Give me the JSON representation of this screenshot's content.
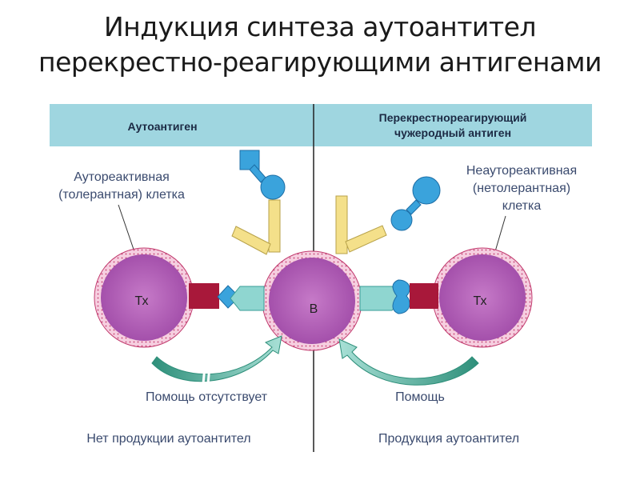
{
  "title": {
    "line1": "Индукция синтеза аутоантител",
    "line2": "перекрестно-реагирующими антигенами"
  },
  "diagram": {
    "left_header": "Аутоантиген",
    "right_header_line1": "Перекрестнореагирующий",
    "right_header_line2": "чужеродный антиген",
    "left_cell_label_line1": "Аутореактивная",
    "left_cell_label_line2": "(толерантная) клетка",
    "right_cell_label_line1": "Неаутореактивная",
    "right_cell_label_line2": "(нетолерантная)",
    "right_cell_label_line3": "клетка",
    "th_left": "Тх",
    "b_cell": "В",
    "th_right": "Тх",
    "left_help": "Помощь отсутствует",
    "right_help": "Помощь",
    "left_result": "Нет продукции аутоантител",
    "right_result": "Продукция аутоантител"
  },
  "colors": {
    "header_band": "#9fd6e0",
    "cell_fill": "#b45fb8",
    "cell_rim": "#f2c4d8",
    "tcr_red": "#a8183a",
    "bcr_cyan": "#8fd6d0",
    "antibody_yellow": "#f4e08a",
    "antigen_blue": "#3aa3dc",
    "arrow_green": "#2e8f7a"
  }
}
